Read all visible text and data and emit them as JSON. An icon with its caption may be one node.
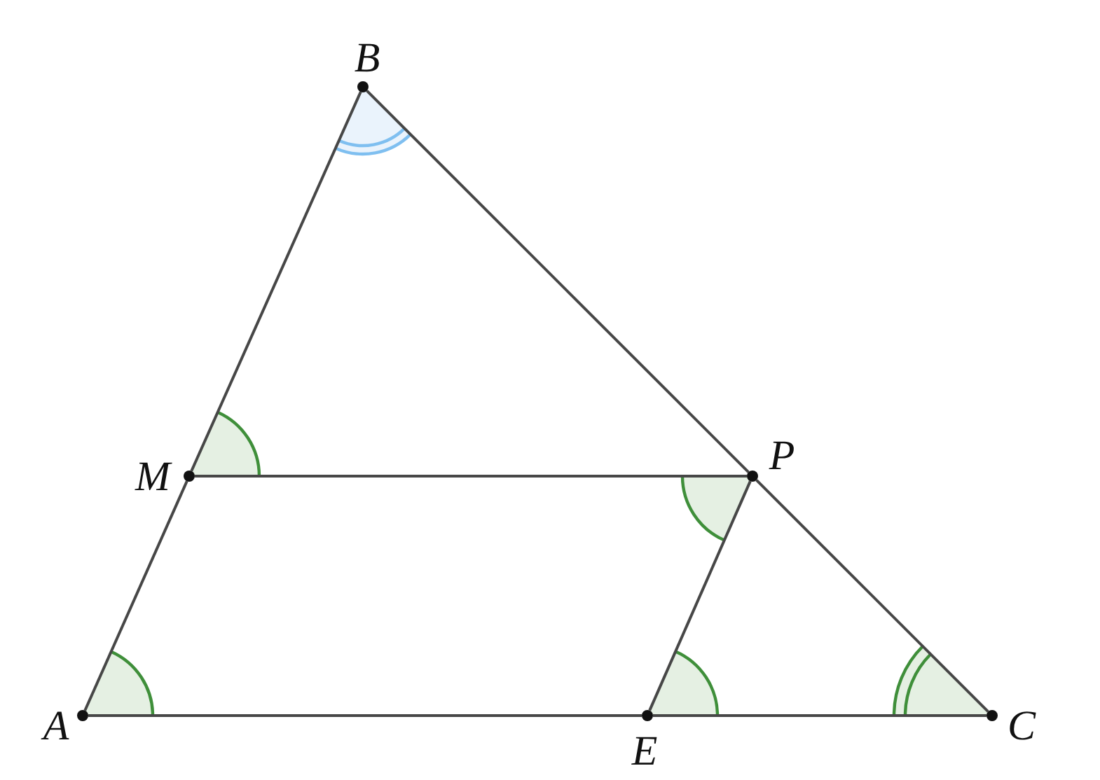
{
  "diagram": {
    "nodes": [
      {
        "text": [
          "B"
        ]
      },
      {
        "text": [
          "M"
        ]
      },
      {
        "text": [
          "P"
        ]
      },
      {
        "text": [
          "A"
        ]
      },
      {
        "text": [
          "E"
        ]
      },
      {
        "text": [
          "C"
        ]
      }
    ],
    "edges": [
      {
        "from": 3,
        "to": 1,
        "arrow": "none"
      },
      {
        "from": 1,
        "to": 0,
        "arrow": "none"
      },
      {
        "from": 0,
        "to": 2,
        "arrow": "none"
      },
      {
        "from": 2,
        "to": 5,
        "arrow": "none"
      },
      {
        "from": 3,
        "to": 4,
        "arrow": "none"
      },
      {
        "from": 4,
        "to": 5,
        "arrow": "none"
      },
      {
        "from": 1,
        "to": 2,
        "arrow": "none"
      },
      {
        "from": 2,
        "to": 4,
        "arrow": "none"
      }
    ]
  }
}
